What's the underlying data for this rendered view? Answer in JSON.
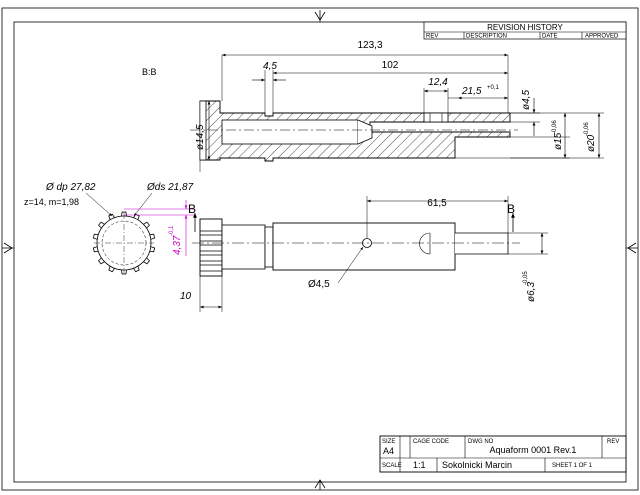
{
  "section_label": "B:B",
  "revision_history": {
    "title": "REVISION HISTORY",
    "columns": [
      "REV",
      "DESCRIPTION",
      "DATE",
      "APPROVED"
    ]
  },
  "dimensions": {
    "overall_length": "123,3",
    "shaft_length": "102",
    "groove_offset": "4,5",
    "slot_width": "12,4",
    "slot_pos": "21,5",
    "slot_pos_tol": "+0,1",
    "slot_depth": "ø4,5",
    "hub_dia": "ø14,5",
    "shaft_dia_15": "ø15",
    "shaft_dia_15_tol": "-0,06",
    "shaft_dia_20": "ø20",
    "shaft_dia_20_tol": "-0,06",
    "hole_pos": "61,5",
    "hole_dia": "Ø4,5",
    "gear_width": "10",
    "pin_dia": "ø6,3",
    "pin_dia_tol": "-0,05",
    "gear_pitch_dia": "Ø dp 27,82",
    "gear_ds": "Øds 21,87",
    "gear_params": "z=14, m=1,98",
    "magenta_dim": "4,37",
    "magenta_tol": "-0,1"
  },
  "section_markers": [
    "B",
    "B"
  ],
  "title_block": {
    "size_label": "SIZE",
    "size_value": "A4",
    "cage_label": "CAGE CODE",
    "dwg_label": "DWG NO",
    "dwg_value": "Aquaform 0001 Rev.1",
    "rev_label": "REV",
    "scale_label": "SCALE",
    "scale_value": "1:1",
    "author": "Sokolnicki Marcin",
    "sheet": "SHEET 1 OF 1"
  },
  "colors": {
    "line": "#000000",
    "accent": "#d000d0",
    "background": "#ffffff"
  }
}
